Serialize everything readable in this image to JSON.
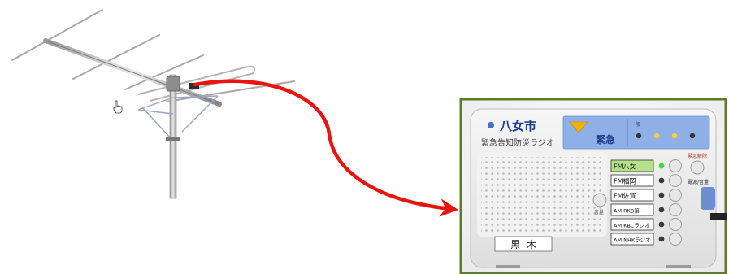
{
  "radio": {
    "city_name": "八女市",
    "subtitle": "緊急告知防災ラジオ",
    "emergency_label": "緊急",
    "owner_tag": "黒木",
    "power_label": "電源/音量",
    "emergency_release_label": "緊急解除",
    "volume_label": "音量",
    "top_small_label": "一般",
    "channels": [
      {
        "label": "FM八女",
        "active": true
      },
      {
        "label": "FM福岡",
        "active": false
      },
      {
        "label": "FM佐賀",
        "active": false
      },
      {
        "label": "AM RKB第一",
        "active": false
      },
      {
        "label": "AM KBCラジオ",
        "active": false
      },
      {
        "label": "AM NHKラジオ",
        "active": false
      }
    ]
  },
  "colors": {
    "arrow": "#e8140f",
    "frame": "#5c7c2c",
    "panel_blue": "#8fb0e6",
    "emergency_triangle": "#f2b200",
    "led_green": "#34e034"
  },
  "icons": {
    "cursor": "hand-pointer-icon"
  }
}
